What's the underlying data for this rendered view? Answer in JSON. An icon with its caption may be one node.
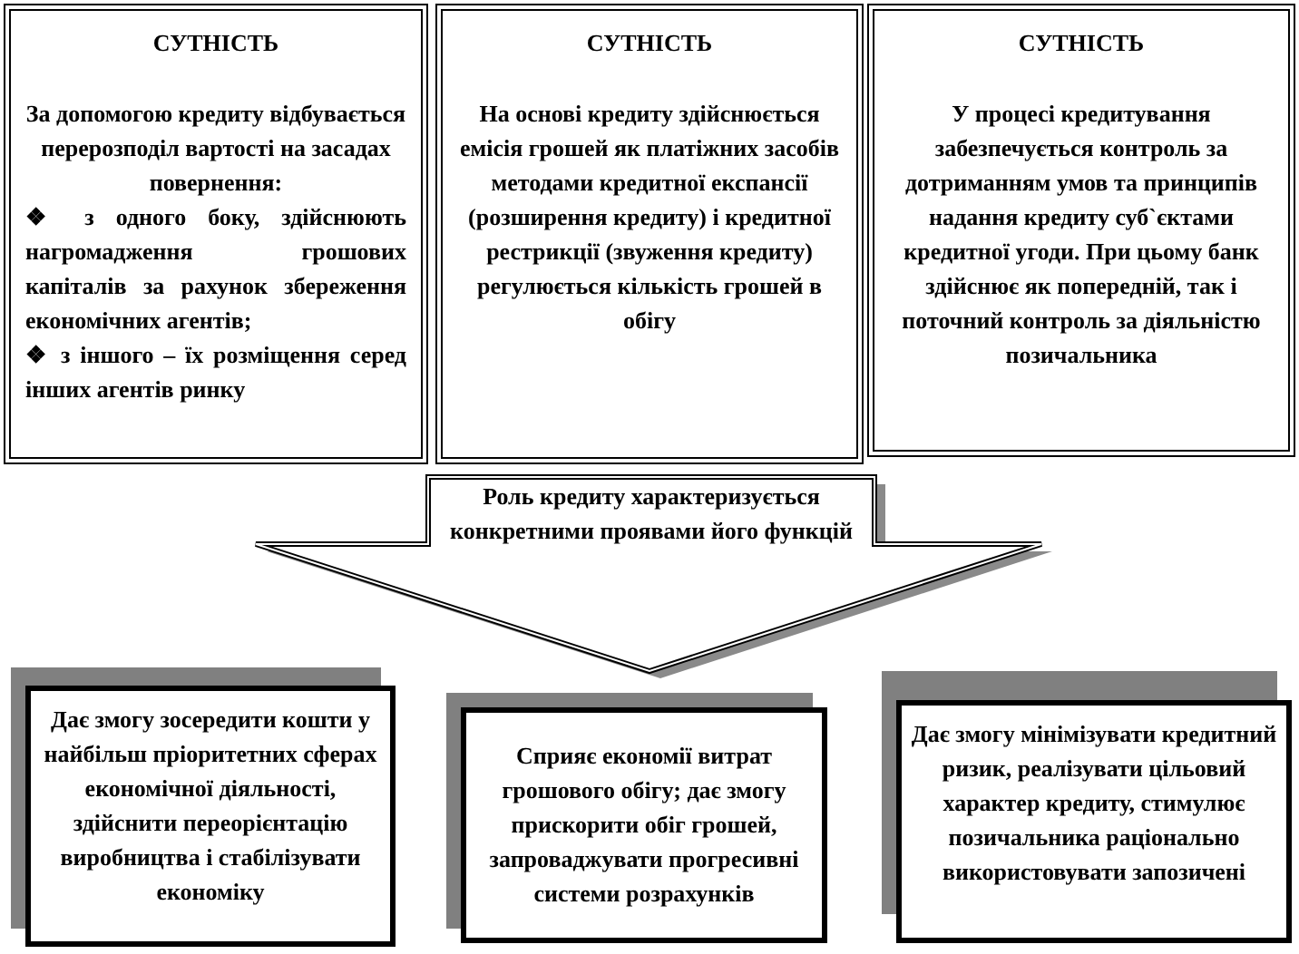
{
  "diagram": {
    "nodes": [
      {
        "text": [
          "СУТНІСТЬ",
          "За допомогою кредиту відбувається перерозподіл вартості на засадах повернення:",
          "❖ з одного боку, здійснюють нагромадження грошових капіталів за рахунок збереження економічних агентів;",
          "❖ з іншого – їх розміщення серед інших агентів ринку"
        ]
      },
      {
        "text": [
          "СУТНІСТЬ",
          "На основі кредиту здійснюється емісія грошей як платіжних засобів методами кредитної експансії (розширення кредиту) і кредитної рестрикції (звуження кредиту) регулюється кількість грошей в обігу"
        ]
      },
      {
        "text": [
          "СУТНІСТЬ",
          "У процесі кредитування забезпечується контроль за дотриманням умов та принципів надання кредиту суб`єктами кредитної угоди. При цьому банк здійснює як попередній, так і поточний контроль за діяльністю позичальника"
        ]
      },
      {
        "text": [
          "Роль кредиту характеризується конкретними проявами його функцій"
        ]
      },
      {
        "text": [
          "Дає змогу зосередити кошти у найбільш пріоритетних сферах економічної діяльності, здійснити переорієнтацію виробництва і стабілізувати економіку"
        ]
      },
      {
        "text": [
          "Сприяє економії витрат грошового обігу; дає змогу прискорити обіг грошей, запроваджувати прогресивні системи розрахунків"
        ]
      },
      {
        "text": [
          "Дає змогу мінімізувати кредитний ризик, реалізувати цільовий характер кредиту, стимулює позичальника раціонально використовувати запозичені"
        ]
      }
    ]
  }
}
